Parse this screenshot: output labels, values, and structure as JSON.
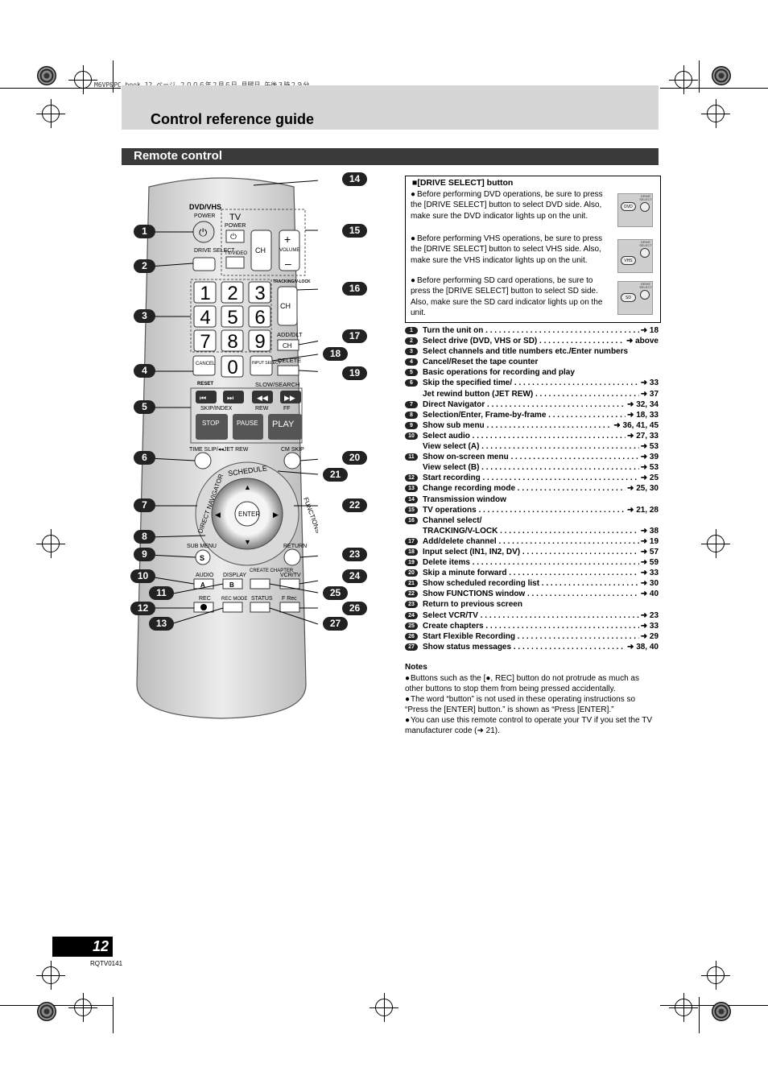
{
  "header_line": "M6VP&PC.book  12 ページ  ２００６年２月６日  月曜日  午後３時２９分",
  "page_title": "Control reference guide",
  "section_title": "Remote control",
  "remote": {
    "dvd_vhs": "DVD/VHS",
    "power": "POWER",
    "tv": "TV",
    "tv_power": "POWER",
    "drive_select": "DRIVE SELECT",
    "tv_video": "TV/VIDEO",
    "ch": "CH",
    "volume": "VOLUME",
    "tracking": "TRACKING/V-LOCK",
    "add_dlt": "ADD/DLT",
    "delete": "DELETE",
    "cancel": "CANCEL",
    "reset": "RESET",
    "input_select": "INPUT SELECT",
    "slow_search": "SLOW/SEARCH",
    "skip_index": "SKIP/INDEX",
    "rew": "REW",
    "ff": "FF",
    "stop": "STOP",
    "pause": "PAUSE",
    "play": "PLAY",
    "time_slip": "TIME SLIP/◂◂JET REW",
    "cm_skip": "CM SKIP",
    "schedule": "SCHEDULE",
    "direct_navigator": "DIRECT NAVIGATOR",
    "functions": "FUNCTIONS",
    "enter": "ENTER",
    "sub_menu": "SUB MENU",
    "return": "RETURN",
    "audio": "AUDIO",
    "display": "DISPLAY",
    "create_chapter": "CREATE CHAPTER",
    "vcr_tv": "VCR/TV",
    "rec": "REC",
    "rec_mode": "REC MODE",
    "status": "STATUS",
    "f_rec": "F Rec",
    "digits": [
      "1",
      "2",
      "3",
      "4",
      "5",
      "6",
      "7",
      "8",
      "9",
      "0"
    ]
  },
  "callouts": [
    "1",
    "2",
    "3",
    "4",
    "5",
    "6",
    "7",
    "8",
    "9",
    "10",
    "11",
    "12",
    "13",
    "14",
    "15",
    "16",
    "17",
    "18",
    "19",
    "20",
    "21",
    "22",
    "23",
    "24",
    "25",
    "26",
    "27"
  ],
  "drive_select": {
    "heading": "■[DRIVE SELECT] button",
    "bullets": [
      "Before performing DVD operations, be sure to press the [DRIVE SELECT] button to select DVD side. Also, make sure the DVD indicator lights up on the unit.",
      "Before performing VHS operations, be sure to press the [DRIVE SELECT] button to select VHS side. Also, make sure the VHS indicator lights up on the unit.",
      "Before performing SD card operations, be sure to press the [DRIVE SELECT] button to select SD side. Also, make sure the SD card indicator lights up on the unit."
    ],
    "thumb_labels": [
      "DVD",
      "VHS",
      "SD"
    ],
    "thumb_tag": "DRIVE SELECT"
  },
  "items": [
    {
      "n": "1",
      "text": "Turn the unit on",
      "ref": "➜ 18"
    },
    {
      "n": "2",
      "text": "Select drive (DVD, VHS or SD)",
      "ref": "➜ above"
    },
    {
      "n": "3",
      "text": "Select channels and title numbers etc./Enter numbers",
      "ref": ""
    },
    {
      "n": "4",
      "text": "Cancel/Reset the tape counter",
      "ref": ""
    },
    {
      "n": "5",
      "text": "Basic operations for recording and play",
      "ref": ""
    },
    {
      "n": "6",
      "text": "Skip the specified time/",
      "ref": "➜ 33"
    },
    {
      "n": "",
      "text": "Jet rewind button (JET REW)",
      "ref": "➜ 37"
    },
    {
      "n": "7",
      "text": "Direct Navigator",
      "ref": "➜ 32, 34"
    },
    {
      "n": "8",
      "text": "Selection/Enter, Frame-by-frame",
      "ref": "➜ 18, 33"
    },
    {
      "n": "9",
      "text": "Show sub menu",
      "ref": "➜ 36, 41, 45"
    },
    {
      "n": "10",
      "text": "Select audio",
      "ref": "➜ 27, 33"
    },
    {
      "n": "",
      "text": "View select (A)",
      "ref": "➜ 53"
    },
    {
      "n": "11",
      "text": "Show on-screen menu",
      "ref": "➜ 39"
    },
    {
      "n": "",
      "text": "View select (B)",
      "ref": "➜ 53"
    },
    {
      "n": "12",
      "text": "Start recording",
      "ref": "➜ 25"
    },
    {
      "n": "13",
      "text": "Change recording mode",
      "ref": "➜ 25, 30"
    },
    {
      "n": "14",
      "text": "Transmission window",
      "ref": ""
    },
    {
      "n": "15",
      "text": "TV operations",
      "ref": "➜ 21, 28"
    },
    {
      "n": "16",
      "text": "Channel select/",
      "ref": ""
    },
    {
      "n": "",
      "text": "TRACKING/V-LOCK",
      "ref": "➜ 38"
    },
    {
      "n": "17",
      "text": "Add/delete channel",
      "ref": "➜ 19"
    },
    {
      "n": "18",
      "text": "Input select (IN1, IN2, DV)",
      "ref": "➜ 57"
    },
    {
      "n": "19",
      "text": "Delete items",
      "ref": "➜ 59"
    },
    {
      "n": "20",
      "text": "Skip a minute forward",
      "ref": "➜ 33"
    },
    {
      "n": "21",
      "text": "Show scheduled recording list",
      "ref": "➜ 30"
    },
    {
      "n": "22",
      "text": "Show FUNCTIONS window",
      "ref": "➜ 40"
    },
    {
      "n": "23",
      "text": "Return to previous screen",
      "ref": ""
    },
    {
      "n": "24",
      "text": "Select VCR/TV",
      "ref": "➜ 23"
    },
    {
      "n": "25",
      "text": "Create chapters",
      "ref": "➜ 33"
    },
    {
      "n": "26",
      "text": "Start Flexible Recording",
      "ref": "➜ 29"
    },
    {
      "n": "27",
      "text": "Show status messages",
      "ref": "➜ 38, 40"
    }
  ],
  "notes": {
    "heading": "Notes",
    "items": [
      "Buttons such as the [●, REC] button do not protrude as much as other buttons to stop them from being pressed accidentally.",
      "The word “button” is not used in these operating instructions so “Press the [ENTER] button.” is shown as “Press [ENTER].”",
      "You can use this remote control to operate your TV if you set the TV manufacturer code (➜ 21)."
    ]
  },
  "page_number": "12",
  "page_code": "RQTV0141",
  "colors": {
    "band": "#d6d6d6",
    "section_bar": "#3a3a3a",
    "callout": "#222222"
  }
}
